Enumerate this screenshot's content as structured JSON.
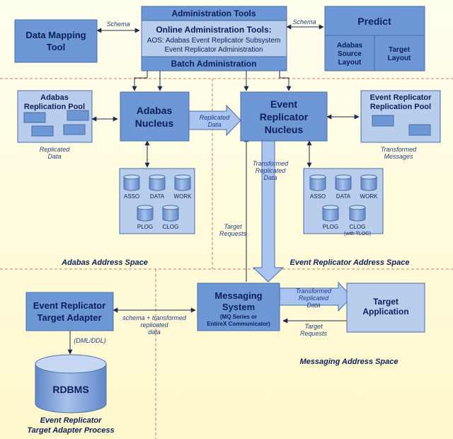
{
  "colors": {
    "background": "#ffffe8",
    "box_dark": "#6d97d5",
    "box_light": "#b9cdec",
    "box_border": "#4a6ea8",
    "text_heading": "#0d1f5a",
    "text_label": "#1d3d8a",
    "zone_line": "#e06a6a",
    "arrow_fill": "#a9c4ee"
  },
  "boxes": {
    "data_mapping_tool": {
      "line1": "Data Mapping",
      "line2": "Tool"
    },
    "admin_tools": {
      "title": "Administration Tools",
      "online_title": "Online Administration Tools:",
      "online_line1": "AOS: Adabas Event Replicator Subsystem",
      "online_line2": "Event Replicator Administration",
      "batch": "Batch Administration"
    },
    "predict": {
      "title": "Predict",
      "left_line1": "Adabas",
      "left_line2": "Source",
      "left_line3": "Layout",
      "right_line1": "Target",
      "right_line2": "Layout"
    },
    "adabas_replication_pool": {
      "line1": "Adabas",
      "line2": "Replication Pool"
    },
    "adabas_nucleus": {
      "line1": "Adabas",
      "line2": "Nucleus"
    },
    "event_replicator_nucleus": {
      "line1": "Event",
      "line2": "Replicator",
      "line3": "Nucleus"
    },
    "er_replication_pool": {
      "line1": "Event Replicator",
      "line2": "Replication Pool"
    },
    "adabas_files": {
      "f1": "ASSO",
      "f2": "DATA",
      "f3": "WORK",
      "f4": "PLOG",
      "f5": "CLOG"
    },
    "er_files": {
      "f1": "ASSO",
      "f2": "DATA",
      "f3": "WORK",
      "f4": "PLOG",
      "f5": "CLOG",
      "f5_note": "(with TLOG)"
    },
    "messaging_system": {
      "line1": "Messaging",
      "line2": "System",
      "note1": "(MQ Series or",
      "note2": "EntireX Communicator)"
    },
    "target_application": {
      "line1": "Target",
      "line2": "Application"
    },
    "target_adapter": {
      "line1": "Event Replicator",
      "line2": "Target Adapter"
    },
    "rdbms": {
      "label": "RDBMS"
    }
  },
  "labels": {
    "schema_left": "Schema",
    "schema_right": "Schema",
    "replicated_data_arrow": {
      "line1": "Replicated",
      "line2": "Data"
    },
    "replicated_data_pool": {
      "line1": "Replicated",
      "line2": "Data"
    },
    "transformed_messages": {
      "line1": "Transformed",
      "line2": "Messages"
    },
    "transformed_replicated_down": {
      "line1": "Transformed",
      "line2": "Replicated",
      "line3": "Data"
    },
    "target_requests_left": {
      "line1": "Target",
      "line2": "Requests"
    },
    "transformed_replicated_right": {
      "line1": "Transformed",
      "line2": "Replicated",
      "line3": "Data"
    },
    "target_requests_right": {
      "line1": "Target",
      "line2": "Requests"
    },
    "schema_transformed": {
      "line1": "schema + transformed",
      "line2": "replicated",
      "line3": "data"
    },
    "dml_ddl": "(DML/DDL)"
  },
  "zones": {
    "adabas_space": "Adabas Address Space",
    "er_space": "Event Replicator Address Space",
    "messaging_space": "Messaging Address Space",
    "adapter_process": {
      "line1": "Event Replicator",
      "line2": "Target Adapter Process"
    }
  }
}
